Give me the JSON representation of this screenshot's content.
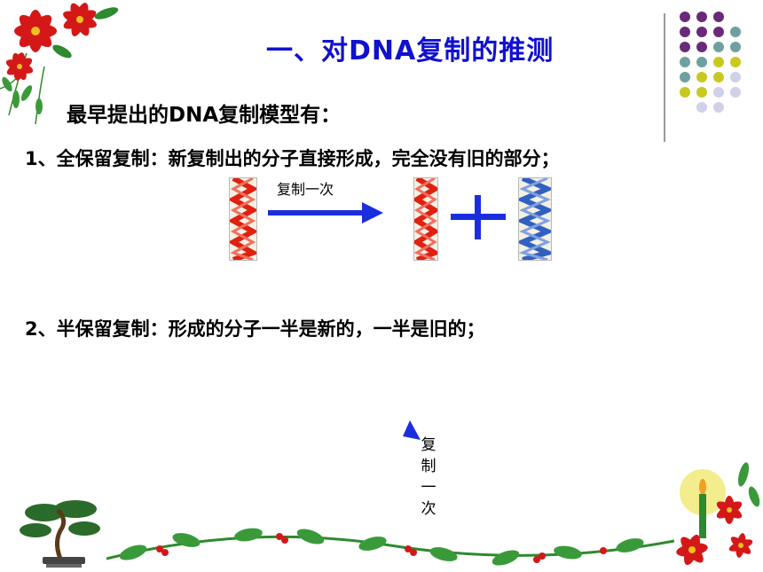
{
  "slide": {
    "title": "一、对DNA复制的推测",
    "subtitle": "最早提出的DNA复制模型有：",
    "item1": "1、全保留复制：新复制出的分子直接形成，完全没有旧的部分；",
    "item2": "2、半保留复制：形成的分子一半是新的，一半是旧的；",
    "arrow_label": "复制一次",
    "vertical_label": [
      "复",
      "制",
      "一",
      "次"
    ]
  },
  "colors": {
    "title": "#1010d0",
    "arrow": "#1a2ee0",
    "dna_red": "#e02010",
    "dna_blue": "#3060c0",
    "dot_purple": "#6a2a7a",
    "dot_teal": "#6fa0a0",
    "dot_yellow": "#c8c820",
    "dot_lavender": "#d0d0e8"
  },
  "decorations": [
    "poinsettia-corner",
    "dot-grid",
    "bonsai-tree",
    "holly-garland",
    "candle-flowers"
  ]
}
